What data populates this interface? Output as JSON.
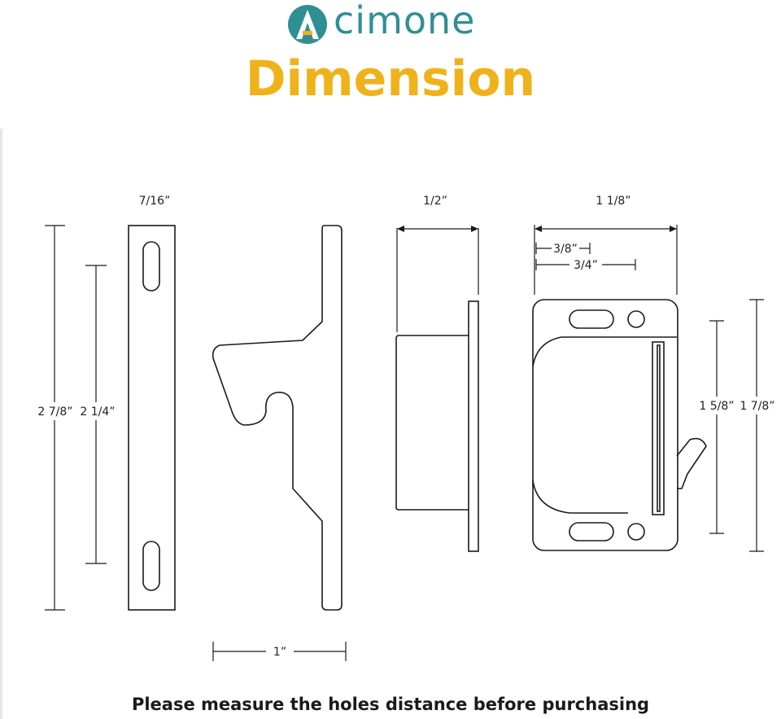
{
  "brand": {
    "name": "cimone",
    "logo_icon": "acimone-logo-icon",
    "color": "#2f8f93"
  },
  "title": "Dimension",
  "title_color": "#f0b21a",
  "dimensions": {
    "plate_width": "7/16”",
    "plate_height": "2 7/8”",
    "hole_spacing": "2 1/4”",
    "hook_width": "1”",
    "side_depth": "1/2”",
    "housing_width": "1 1/8”",
    "hole_offset_small": "3/8”",
    "hole_offset_large": "3/4”",
    "housing_inner_height": "1 5/8”",
    "housing_height": "1 7/8”"
  },
  "footer": "Please measure the holes distance before purchasing"
}
